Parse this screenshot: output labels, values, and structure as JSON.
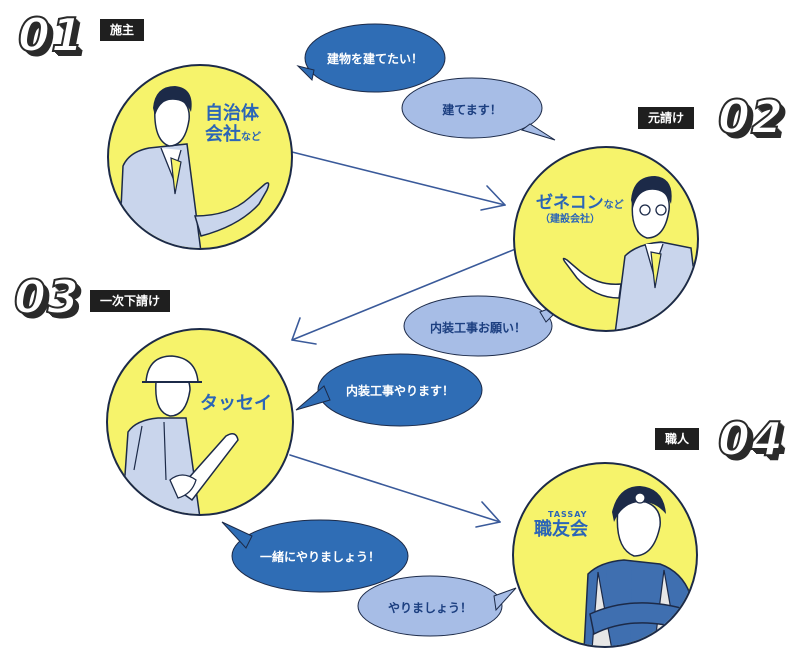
{
  "steps": [
    {
      "number": "01",
      "role": "施主",
      "name": "自治体\n会社",
      "suffix": "など"
    },
    {
      "number": "02",
      "role": "元請け",
      "name": "ゼネコン",
      "suffix": "など",
      "sub": "（建設会社）"
    },
    {
      "number": "03",
      "role": "一次下請け",
      "name": "タッセイ"
    },
    {
      "number": "04",
      "role": "職人",
      "name": "職友会",
      "brand": "TASSAY"
    }
  ],
  "bubbles": {
    "b1": "建物を建てたい！",
    "b2": "建てます！",
    "b3": "内装工事お願い！",
    "b4": "内装工事やります！",
    "b5": "一緒にやりましょう！",
    "b6": "やりましょう！"
  },
  "colors": {
    "circle_fill": "#f6f36b",
    "dark_bubble": "#2f6db5",
    "light_bubble": "#a7bde6",
    "label_blue": "#2b65b7",
    "outline": "#1c2a48"
  }
}
